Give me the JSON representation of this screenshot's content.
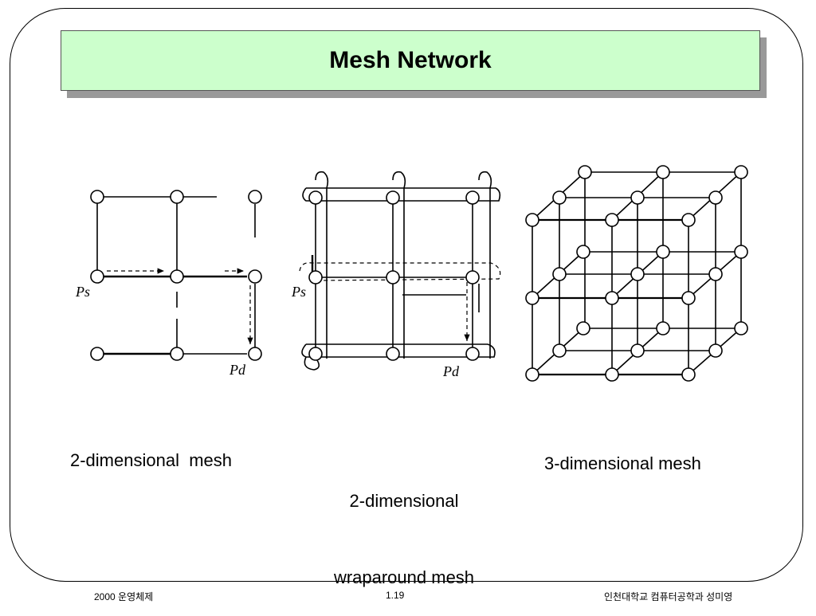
{
  "slide": {
    "title": "Mesh Network"
  },
  "diagrams": [
    {
      "caption": "2-dimensional  mesh",
      "src_label": "Ps",
      "dst_label": "Pd"
    },
    {
      "caption_line1": "2-dimensional",
      "caption_line2": "wraparound mesh",
      "src_label": "Ps",
      "dst_label": "Pd"
    },
    {
      "caption": "3-dimensional mesh"
    }
  ],
  "footer": {
    "left": "2000 운영체제",
    "center": "1.19",
    "right": "인천대학교 컴퓨터공학과 성미영"
  }
}
